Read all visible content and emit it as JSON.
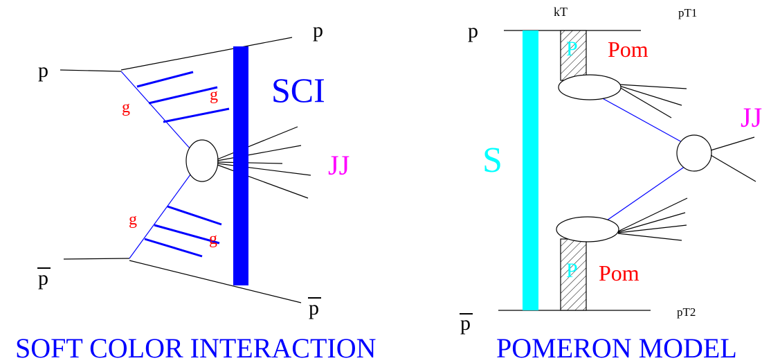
{
  "left_diagram": {
    "title": "SOFT COLOR INTERACTION",
    "labels": {
      "p_in": "p",
      "p_out": "p",
      "pbar_in": "p",
      "pbar_out": "p",
      "g_upper_left": "g",
      "g_upper_right": "g",
      "g_lower_left": "g",
      "g_lower_right": "g",
      "sci": "SCI",
      "jj": "JJ"
    }
  },
  "right_diagram": {
    "title": "POMERON MODEL",
    "labels": {
      "p_in": "p",
      "pbar_in": "p",
      "kt": "kT",
      "pt1": "pT1",
      "pt2": "pT2",
      "s": "S",
      "p_upper": "P",
      "pom_upper": "Pom",
      "p_lower": "P",
      "pom_lower": "Pom",
      "jj": "JJ"
    }
  },
  "colors": {
    "line": "#000000",
    "gluon": "#0000ff",
    "sci_bar": "#0000ff",
    "label_red": "#ff0000",
    "jj": "#ff00ff",
    "s_bar": "#00ffff",
    "title": "#0000ff"
  }
}
